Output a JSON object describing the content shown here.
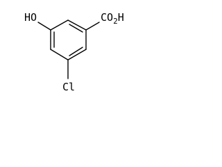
{
  "molecule": {
    "labels": {
      "hydroxyl": "HO",
      "carboxyl": "CO",
      "carboxyl_subscript": "2",
      "carboxyl_h": "H",
      "chloro": "Cl"
    },
    "ring": {
      "type": "benzene",
      "aromatic_double_bonds": 3
    },
    "substituents": [
      "hydroxyl",
      "carboxyl",
      "chloro"
    ],
    "colors": {
      "ink": "#000000",
      "background": "#ffffff"
    }
  }
}
